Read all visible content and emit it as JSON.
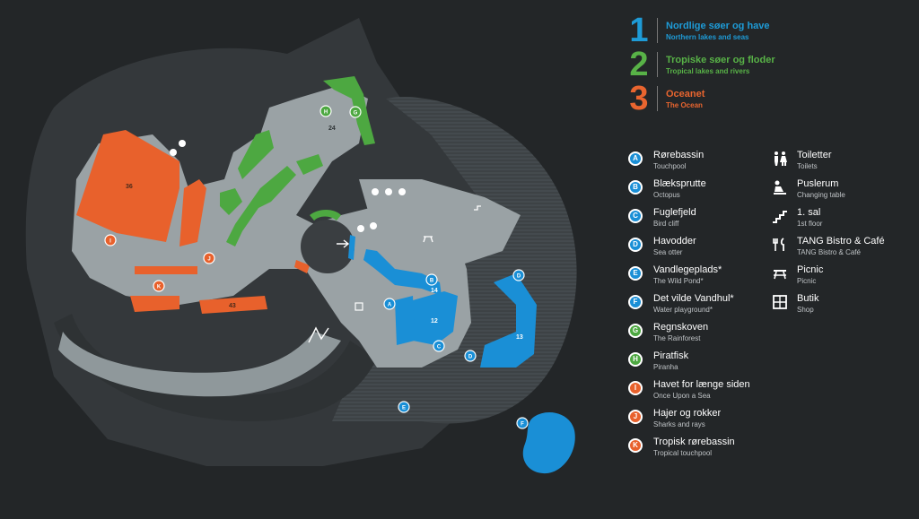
{
  "colors": {
    "background": "#232628",
    "dark_area": "#3a3e41",
    "building": "#9ba3a6",
    "orange": "#e8612c",
    "green": "#4da841",
    "blue": "#1a8fd6",
    "zone1": "#1e9bd7",
    "zone2": "#58b247",
    "zone3": "#e9652f"
  },
  "zones": [
    {
      "number": "1",
      "name_da": "Nordlige søer og have",
      "name_en": "Northern lakes and seas",
      "color": "#1e9bd7"
    },
    {
      "number": "2",
      "name_da": "Tropiske søer og floder",
      "name_en": "Tropical lakes and rivers",
      "color": "#58b247"
    },
    {
      "number": "3",
      "name_da": "Oceanet",
      "name_en": "The Ocean",
      "color": "#e9652f"
    }
  ],
  "legend_letters": [
    {
      "letter": "A",
      "name_da": "Rørebassin",
      "name_en": "Touchpool",
      "color": "#1a8fd6"
    },
    {
      "letter": "B",
      "name_da": "Blæksprutte",
      "name_en": "Octopus",
      "color": "#1a8fd6"
    },
    {
      "letter": "C",
      "name_da": "Fuglefjeld",
      "name_en": "Bird cliff",
      "color": "#1a8fd6"
    },
    {
      "letter": "D",
      "name_da": "Havodder",
      "name_en": "Sea otter",
      "color": "#1a8fd6"
    },
    {
      "letter": "E",
      "name_da": "Vandlegeplads*",
      "name_en": "The Wild Pond*",
      "color": "#1a8fd6"
    },
    {
      "letter": "F",
      "name_da": "Det vilde Vandhul*",
      "name_en": "Water playground*",
      "color": "#1a8fd6"
    },
    {
      "letter": "G",
      "name_da": "Regnskoven",
      "name_en": "The Rainforest",
      "color": "#4da841"
    },
    {
      "letter": "H",
      "name_da": "Piratfisk",
      "name_en": "Piranha",
      "color": "#4da841"
    },
    {
      "letter": "I",
      "name_da": "Havet for længe siden",
      "name_en": "Once Upon a Sea",
      "color": "#e8612c"
    },
    {
      "letter": "J",
      "name_da": "Hajer og rokker",
      "name_en": "Sharks and rays",
      "color": "#e8612c"
    },
    {
      "letter": "K",
      "name_da": "Tropisk rørebassin",
      "name_en": "Tropical touchpool",
      "color": "#e8612c"
    }
  ],
  "legend_icons": [
    {
      "icon": "toilet-icon",
      "name_da": "Toiletter",
      "name_en": "Toilets"
    },
    {
      "icon": "changing-table-icon",
      "name_da": "Puslerum",
      "name_en": "Changing table"
    },
    {
      "icon": "stairs-icon",
      "name_da": "1. sal",
      "name_en": "1st floor"
    },
    {
      "icon": "restaurant-icon",
      "name_da": "TANG Bistro & Café",
      "name_en": "TANG Bistro & Café"
    },
    {
      "icon": "picnic-icon",
      "name_da": "Picnic",
      "name_en": "Picnic"
    },
    {
      "icon": "shop-icon",
      "name_da": "Butik",
      "name_en": "Shop"
    }
  ],
  "map_labels": {
    "tank_36": "36",
    "tank_24": "24",
    "tank_43": "43",
    "tank_12": "12",
    "tank_13": "13",
    "tank_14": "14"
  },
  "map_markers": [
    {
      "letter": "A",
      "color": "#1a8fd6"
    },
    {
      "letter": "B",
      "color": "#1a8fd6"
    },
    {
      "letter": "C",
      "color": "#1a8fd6"
    },
    {
      "letter": "D",
      "color": "#1a8fd6"
    },
    {
      "letter": "D",
      "color": "#1a8fd6"
    },
    {
      "letter": "E",
      "color": "#1a8fd6"
    },
    {
      "letter": "F",
      "color": "#1a8fd6"
    },
    {
      "letter": "G",
      "color": "#4da841"
    },
    {
      "letter": "H",
      "color": "#4da841"
    },
    {
      "letter": "I",
      "color": "#e8612c"
    },
    {
      "letter": "J",
      "color": "#e8612c"
    },
    {
      "letter": "K",
      "color": "#e8612c"
    }
  ]
}
